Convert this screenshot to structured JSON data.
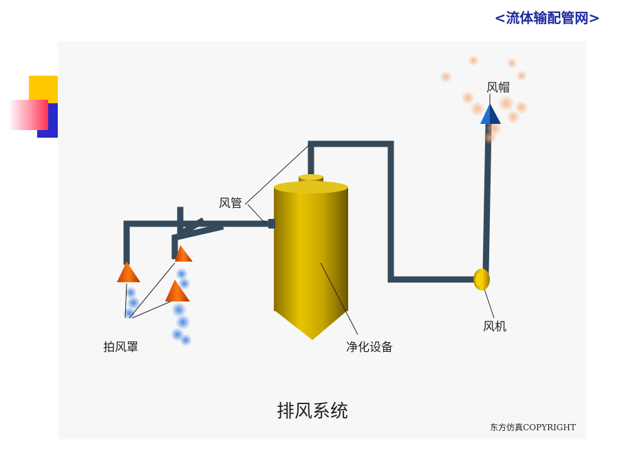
{
  "header": {
    "title": "<流体输配管网>"
  },
  "labels": {
    "fan_cap": "风帽",
    "duct": "风管",
    "hood": "拍风罩",
    "purifier": "净化设备",
    "fan": "风机"
  },
  "caption": "排风系统",
  "copyright": "东方仿真COPYRIGHT",
  "colors": {
    "accent_title": "#1f2a9c",
    "duct": "#34495a",
    "vessel": "#c9a600",
    "hood": "#ff6a00",
    "fan": "#f0c000"
  }
}
